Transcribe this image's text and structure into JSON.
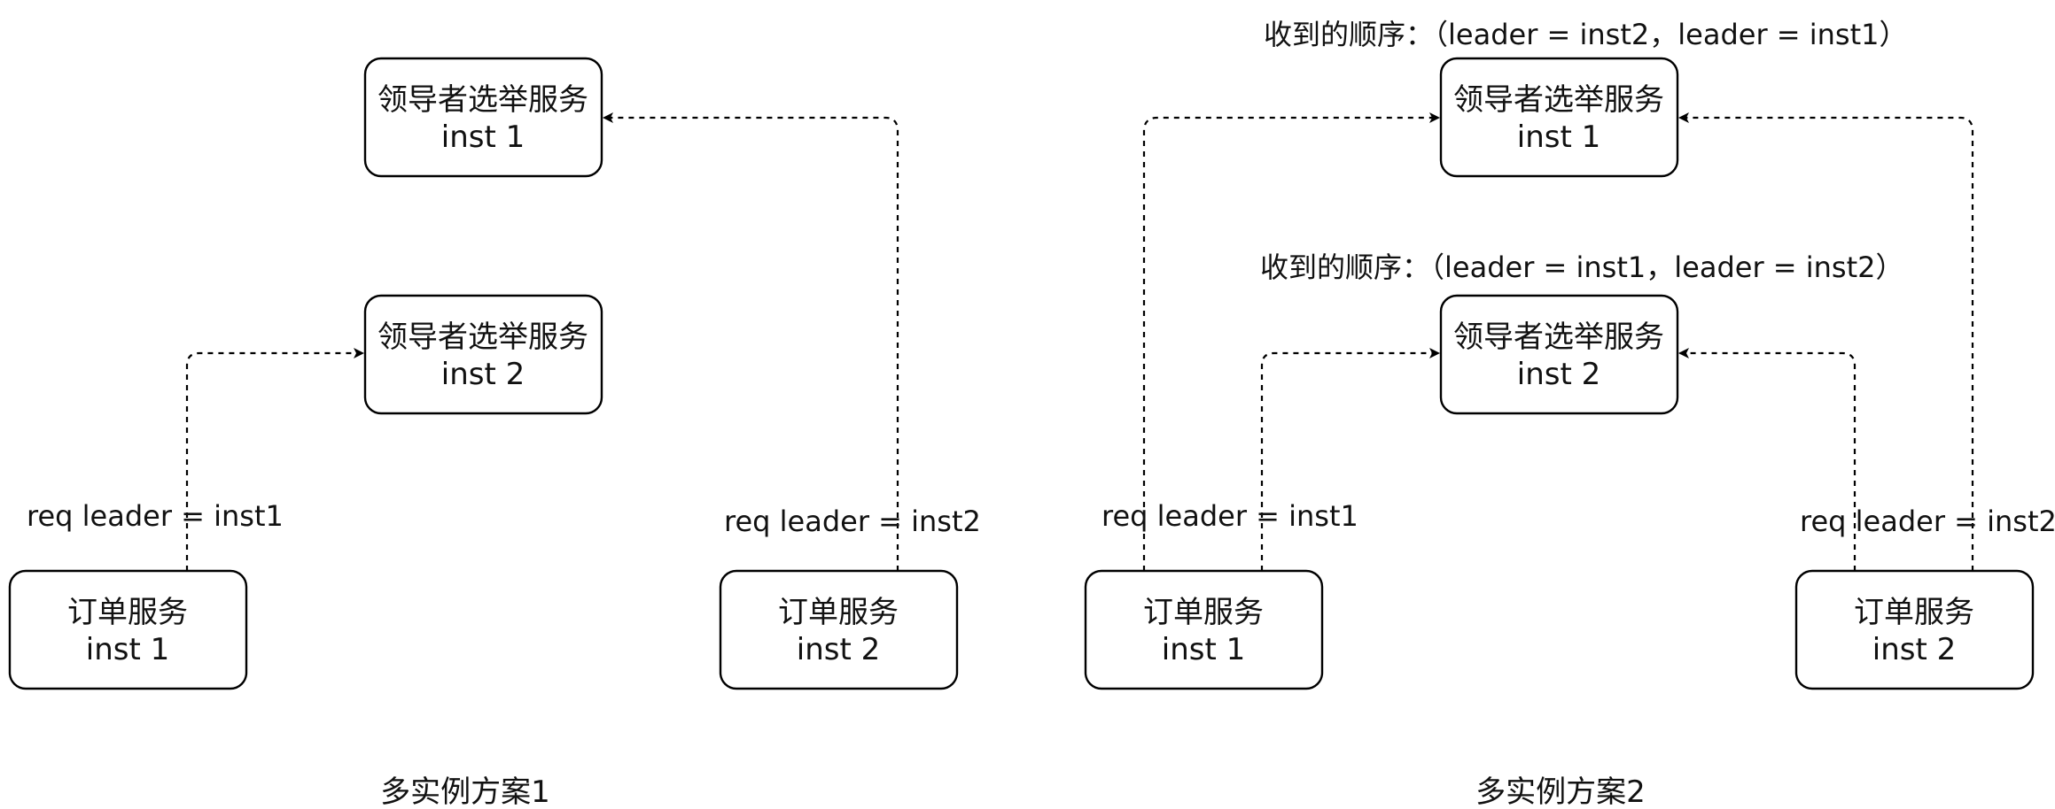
{
  "diagram": {
    "scheme1": {
      "caption": "多实例方案1",
      "leader_inst1": {
        "title": "领导者选举服务",
        "sub": "inst 1"
      },
      "leader_inst2": {
        "title": "领导者选举服务",
        "sub": "inst 2"
      },
      "order_inst1": {
        "title": "订单服务",
        "sub": "inst 1"
      },
      "order_inst2": {
        "title": "订单服务",
        "sub": "inst 2"
      },
      "req_label_1": "req leader = inst1",
      "req_label_2": "req leader = inst2"
    },
    "scheme2": {
      "caption": "多实例方案2",
      "leader_inst1": {
        "title": "领导者选举服务",
        "sub": "inst 1"
      },
      "leader_inst2": {
        "title": "领导者选举服务",
        "sub": "inst 2"
      },
      "order_inst1": {
        "title": "订单服务",
        "sub": "inst 1"
      },
      "order_inst2": {
        "title": "订单服务",
        "sub": "inst 2"
      },
      "req_label_1": "req leader = inst1",
      "req_label_2": "req leader = inst2",
      "order_label_1": "收到的顺序：（leader = inst2，leader = inst1）",
      "order_label_2": "收到的顺序：（leader = inst1，leader = inst2）"
    }
  }
}
